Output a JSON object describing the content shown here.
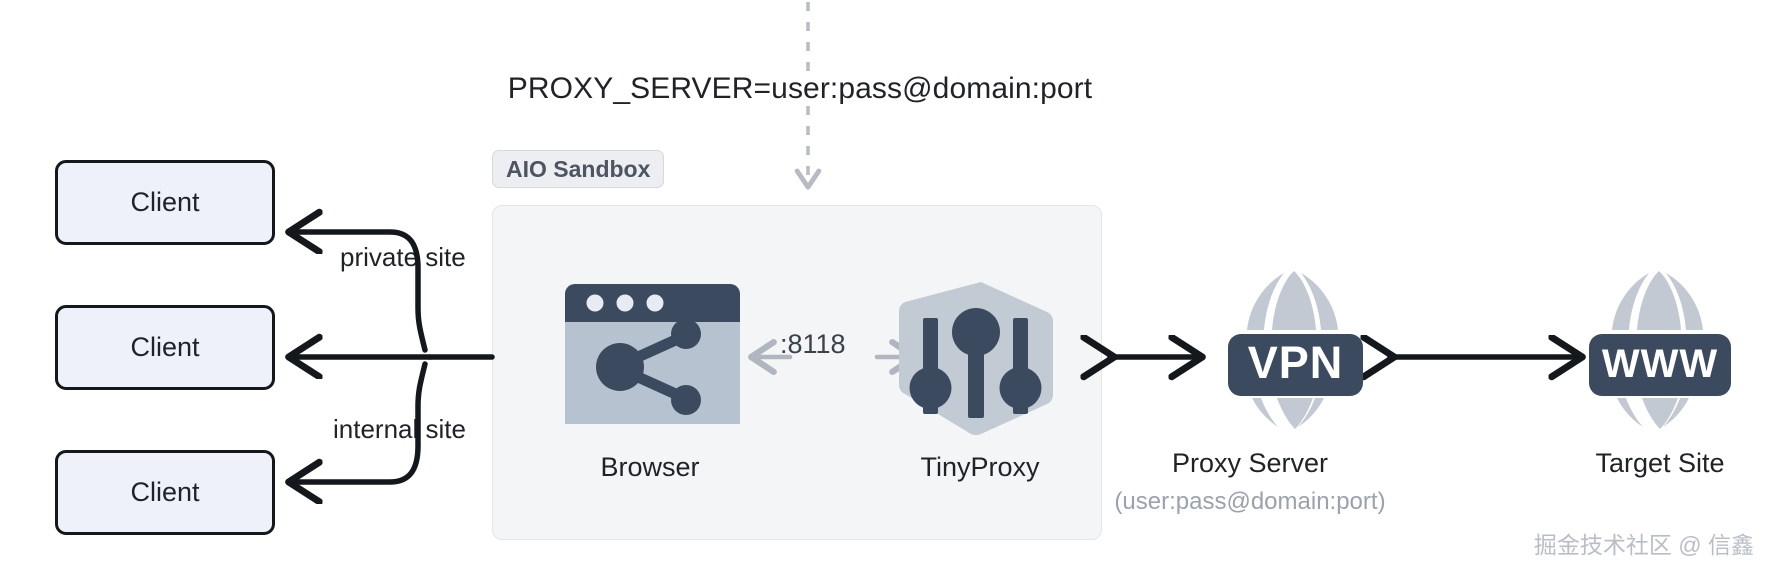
{
  "diagram": {
    "env_var": "PROXY_SERVER=user:pass@domain:port",
    "sandbox_label": "AIO Sandbox",
    "watermark": "掘金技术社区 @ 信鑫",
    "clients": [
      {
        "label": "Client"
      },
      {
        "label": "Client"
      },
      {
        "label": "Client"
      }
    ],
    "branch_labels": {
      "private": "private site",
      "internal": "internal site"
    },
    "port_label": ":8118",
    "nodes": {
      "browser": {
        "caption": "Browser",
        "icon": "browser-window-share-icon"
      },
      "tinyproxy": {
        "caption": "TinyProxy",
        "icon": "hexagon-sliders-icon"
      },
      "proxy_server": {
        "caption": "Proxy Server",
        "subcaption": "(user:pass@domain:port)",
        "icon": "globe-vpn-icon",
        "badge_text": "VPN"
      },
      "target_site": {
        "caption": "Target Site",
        "icon": "globe-www-icon",
        "badge_text": "WWW"
      }
    },
    "colors": {
      "client_fill": "#eef1f9",
      "client_border": "#14181d",
      "sandbox_fill": "#f4f5f7",
      "sandbox_border": "#e3e5e9",
      "icon_dark": "#3b4a5e",
      "icon_light": "#b6c2cf",
      "globe_gray": "#c3c9d2",
      "arrow_black": "#14181d",
      "arrow_gray": "#b0b6bf",
      "muted_text": "#9aa2ad"
    }
  }
}
